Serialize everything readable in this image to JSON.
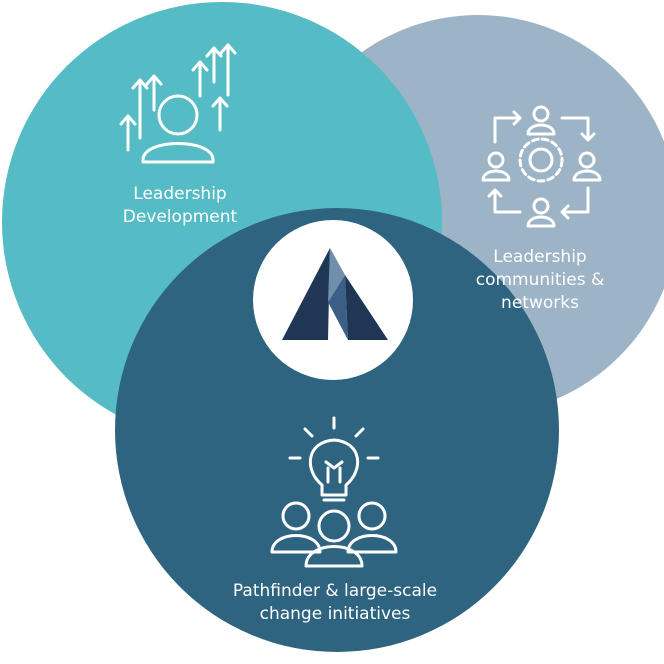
{
  "circles": [
    {
      "id": "leadership-development",
      "label_lines": [
        "Leadership",
        "Development"
      ],
      "color": "#55bcc6",
      "icon": "person-with-up-arrows-icon"
    },
    {
      "id": "leadership-communities",
      "label_lines": [
        "Leadership",
        "communities &",
        "networks"
      ],
      "color": "#9db3c6",
      "icon": "people-around-gear-cycle-icon"
    },
    {
      "id": "pathfinder",
      "label_lines": [
        "Pathfinder & large-scale",
        "change initiatives"
      ],
      "color": "#2e6480",
      "icon": "lightbulb-over-group-icon"
    }
  ],
  "center": {
    "icon": "triangle-logo-icon",
    "background": "#ffffff",
    "logo_colors": [
      "#1f3655",
      "#3b5f86",
      "#6f8faa"
    ]
  }
}
